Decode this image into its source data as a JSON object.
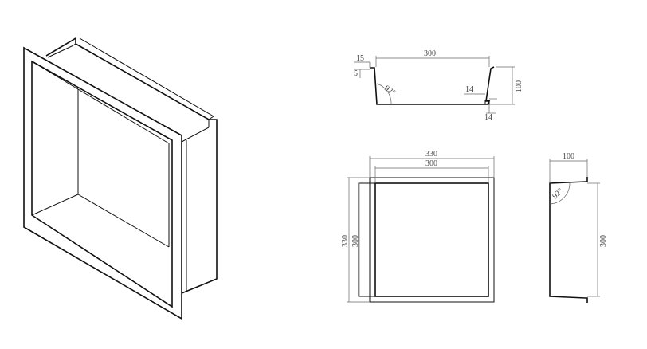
{
  "top_view": {
    "width": "300",
    "height": "100",
    "flange_width": "15",
    "flange_height": "5",
    "lip_a": "14",
    "lip_b": "14",
    "angle": "92°"
  },
  "front_view": {
    "outer_width": "330",
    "inner_width": "300",
    "outer_height": "330",
    "inner_height": "300"
  },
  "side_view": {
    "depth": "100",
    "height": "300",
    "angle": "92°"
  }
}
